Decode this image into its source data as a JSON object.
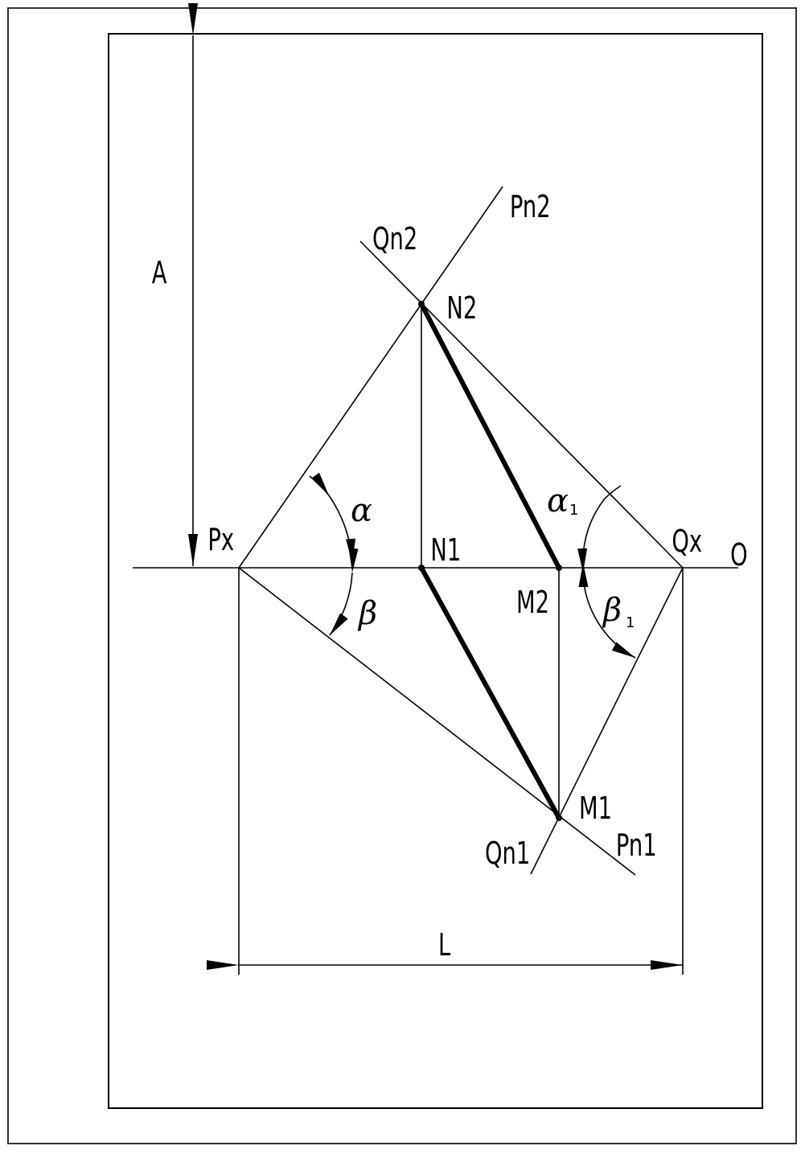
{
  "labels": {
    "A": "A",
    "L": "L",
    "O": "O",
    "Px": "Px",
    "Qx": "Qx",
    "N1": "N1",
    "N2": "N2",
    "M1": "M1",
    "M2": "M2",
    "Pn1": "Pn1",
    "Pn2": "Pn2",
    "Qn1": "Qn1",
    "Qn2": "Qn2"
  },
  "angles": {
    "alpha": "α",
    "alpha1": "α",
    "alpha1_sub": "1",
    "beta": "β",
    "beta1": "β",
    "beta1_sub": "1"
  }
}
